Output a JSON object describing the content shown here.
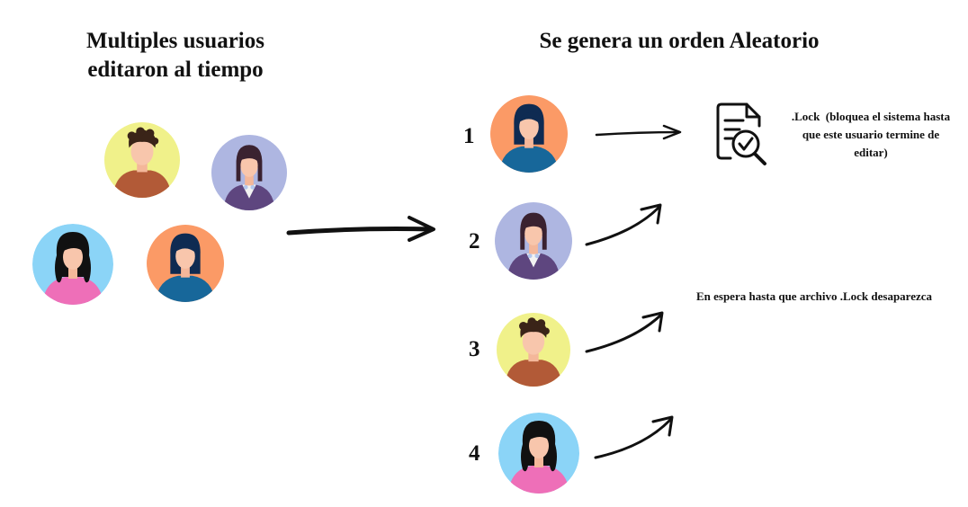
{
  "left_title": {
    "line1": "Multiples usuarios",
    "line2": "editaron al tiempo"
  },
  "right_title": "Se genera un orden Aleatorio",
  "order_numbers": [
    "1",
    "2",
    "3",
    "4"
  ],
  "lock_note": {
    "line1": ".Lock  (bloquea el sistema hasta",
    "line2": "que este usuario termine de",
    "line3": "editar)"
  },
  "wait_note": "En espera hasta que archivo .Lock desaparezca",
  "colors": {
    "orange": "#FB9A66",
    "lavender": "#AEB6E1",
    "yellow": "#F0F18A",
    "sky": "#8BD4F7"
  },
  "icons": [
    "avatar-man-curly",
    "avatar-woman-suit",
    "avatar-woman-long-hair",
    "avatar-woman-blue",
    "document-search-check-icon",
    "arrow-right-icon",
    "curved-arrow-icon"
  ]
}
